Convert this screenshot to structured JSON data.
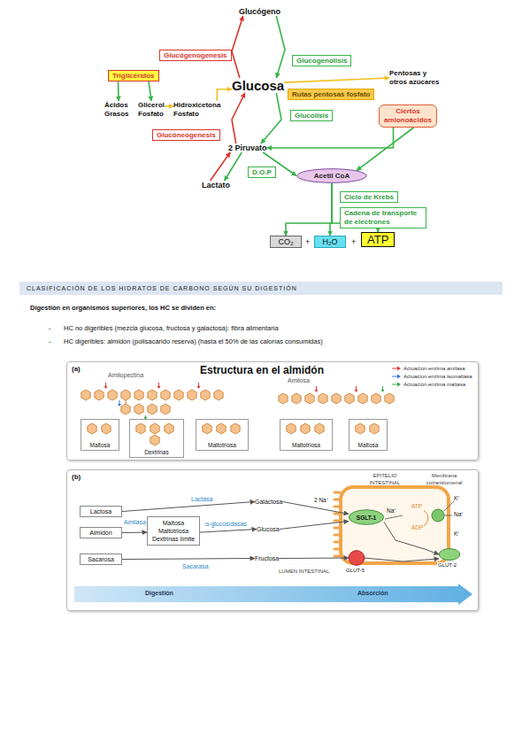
{
  "diagram": {
    "nodes": [
      {
        "text": [
          "Glucógeno"
        ]
      },
      {
        "text": [
          "Glucógenogenesis"
        ]
      },
      {
        "text": [
          "Glucógenolisis"
        ]
      },
      {
        "text": [
          "Triglicéridos"
        ]
      },
      {
        "text": [
          "Glucosa"
        ]
      },
      {
        "text": [
          "Pentosas y otros azúcares"
        ]
      },
      {
        "text": [
          "Rutas pentosas fosfato"
        ]
      },
      {
        "text": [
          "Ácidos Grasos"
        ]
      },
      {
        "text": [
          "Glicerol Fosfato"
        ]
      },
      {
        "text": [
          "Hidroxicetona Fosfato"
        ]
      },
      {
        "text": [
          "Glucólisis"
        ]
      },
      {
        "text": [
          "Ciertos amionoácidos"
        ]
      },
      {
        "text": [
          "Glucóneogenesis"
        ]
      },
      {
        "text": [
          "2 Piruvato"
        ]
      },
      {
        "text": [
          "D.O.P"
        ]
      },
      {
        "text": [
          "Lactato"
        ]
      },
      {
        "text": [
          "Acetil CoA"
        ]
      },
      {
        "text": [
          "Ciclo de Krebs"
        ]
      },
      {
        "text": [
          "Cadena de transporte de electrones"
        ]
      },
      {
        "text": [
          "CO₂"
        ]
      },
      {
        "text": [
          "H₂O"
        ]
      },
      {
        "text": [
          "ATP"
        ]
      },
      {
        "text": [
          "CLASIFICACIÓN DE LOS HIDRATOS DE CARBONO SEGÚN SU DIGESTIÓN"
        ]
      },
      {
        "text": [
          "(a)",
          "Estructura en el almidón"
        ]
      },
      {
        "text": [
          "Maltosa"
        ],
        "in": 23
      },
      {
        "text": [
          "Dextrinas"
        ],
        "in": 23
      },
      {
        "text": [
          "Maltotriosa"
        ],
        "in": 23
      },
      {
        "text": [
          "Maltotriosa"
        ],
        "in": 23
      },
      {
        "text": [
          "Maltosa"
        ],
        "in": 23
      },
      {
        "text": [
          "(b)"
        ]
      },
      {
        "text": [
          "Lactosa"
        ],
        "in": 29
      },
      {
        "text": [
          "Almidón"
        ],
        "in": 29
      },
      {
        "text": [
          "Sacarosa"
        ],
        "in": 29
      },
      {
        "text": [
          "Maltosa Maltotriosa Dextrinas límite"
        ],
        "in": 29
      },
      {
        "text": [
          "Galactosa"
        ],
        "in": 29
      },
      {
        "text": [
          "Glucosa"
        ],
        "in": 29
      },
      {
        "text": [
          "Fructosa"
        ],
        "in": 29
      },
      {
        "text": [
          "SGLT-1"
        ],
        "in": 29
      },
      {
        "text": [
          "GLUT-5"
        ],
        "in": 29
      },
      {
        "text": [
          "GLUT-2"
        ],
        "in": 29
      },
      {
        "text": [
          "Digestión",
          "Absorción"
        ],
        "in": 29
      }
    ],
    "edges": [
      {
        "from": 4,
        "to": 0,
        "arrow": "to"
      },
      {
        "from": 0,
        "to": 4,
        "arrow": "to"
      },
      {
        "from": 3,
        "to": 7,
        "arrow": "to"
      },
      {
        "from": 3,
        "to": 8,
        "arrow": "to"
      },
      {
        "from": 8,
        "to": 9,
        "arrow": "to"
      },
      {
        "from": 9,
        "to": 4,
        "arrow": "to"
      },
      {
        "from": 4,
        "to": 5,
        "arrow": "to"
      },
      {
        "from": 4,
        "to": 13,
        "arrow": "to"
      },
      {
        "from": 13,
        "to": 4,
        "arrow": "to"
      },
      {
        "from": 15,
        "to": 13,
        "arrow": "to"
      },
      {
        "from": 13,
        "to": 15,
        "arrow": "to"
      },
      {
        "from": 13,
        "to": 16,
        "arrow": "to"
      },
      {
        "from": 11,
        "to": 13,
        "arrow": "to"
      },
      {
        "from": 11,
        "to": 16,
        "arrow": "to"
      },
      {
        "from": 16,
        "to": 19,
        "arrow": "to"
      },
      {
        "from": 16,
        "to": 20,
        "arrow": "to"
      },
      {
        "from": 16,
        "to": 21,
        "arrow": "to"
      },
      {
        "from": 30,
        "to": 34,
        "label": "Lactasa",
        "arrow": "to"
      },
      {
        "from": 31,
        "to": 33,
        "label": "Amilasa",
        "arrow": "to"
      },
      {
        "from": 33,
        "to": 35,
        "label": "α-glucosidasas",
        "arrow": "to"
      },
      {
        "from": 32,
        "to": 36,
        "label": "Sacarasa",
        "arrow": "to"
      },
      {
        "from": 34,
        "to": 37,
        "arrow": "to"
      },
      {
        "from": 35,
        "to": 37,
        "arrow": "to"
      },
      {
        "from": 36,
        "to": 38,
        "arrow": "to"
      },
      {
        "from": 37,
        "to": 39,
        "arrow": "to"
      },
      {
        "from": 38,
        "to": 39,
        "arrow": "to"
      }
    ],
    "labels": [
      "+",
      "+",
      "Digestión en organismos superiores, los HC se dividen en:",
      "-",
      "HC no digeribles (mezcla glucosa, fructosa y galactosa): fibra alimentaria",
      "-",
      "HC digeribles: almidón (polisacárido reserva) (hasta el 50% de las calorías consumidas)",
      "Amilopectina",
      "Amilosa",
      "EPITELIO INTESTINAL",
      "Membrana cotranslumenal",
      "2 Na⁺",
      "Na⁺",
      "ATP",
      "ADP",
      "K⁺",
      "Na⁺",
      "K⁺",
      "LUMEN INTESTINAL"
    ],
    "legend": [
      {
        "text": "Actuación enzima amilasa"
      },
      {
        "text": "Actuacion enzima isomaltasa"
      },
      {
        "text": "Actuación enzima maltasa"
      }
    ]
  }
}
